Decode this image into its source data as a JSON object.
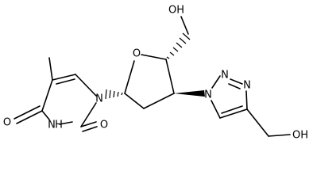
{
  "diagram": {
    "kind": "chemical-structure",
    "bond_color": "#000000",
    "background": "#ffffff",
    "atom_labels": {
      "hydroxyl_top": "OH",
      "ring_oxygen": "O",
      "triazole_n1": "N",
      "triazole_n2": "N",
      "triazole_n3": "N",
      "uracil_n1": "N",
      "carbonyl_o4": "O",
      "imide_nh": "N",
      "imide_h": "H",
      "carbonyl_o2": "O",
      "hydroxyl_bottom": "OH"
    }
  }
}
